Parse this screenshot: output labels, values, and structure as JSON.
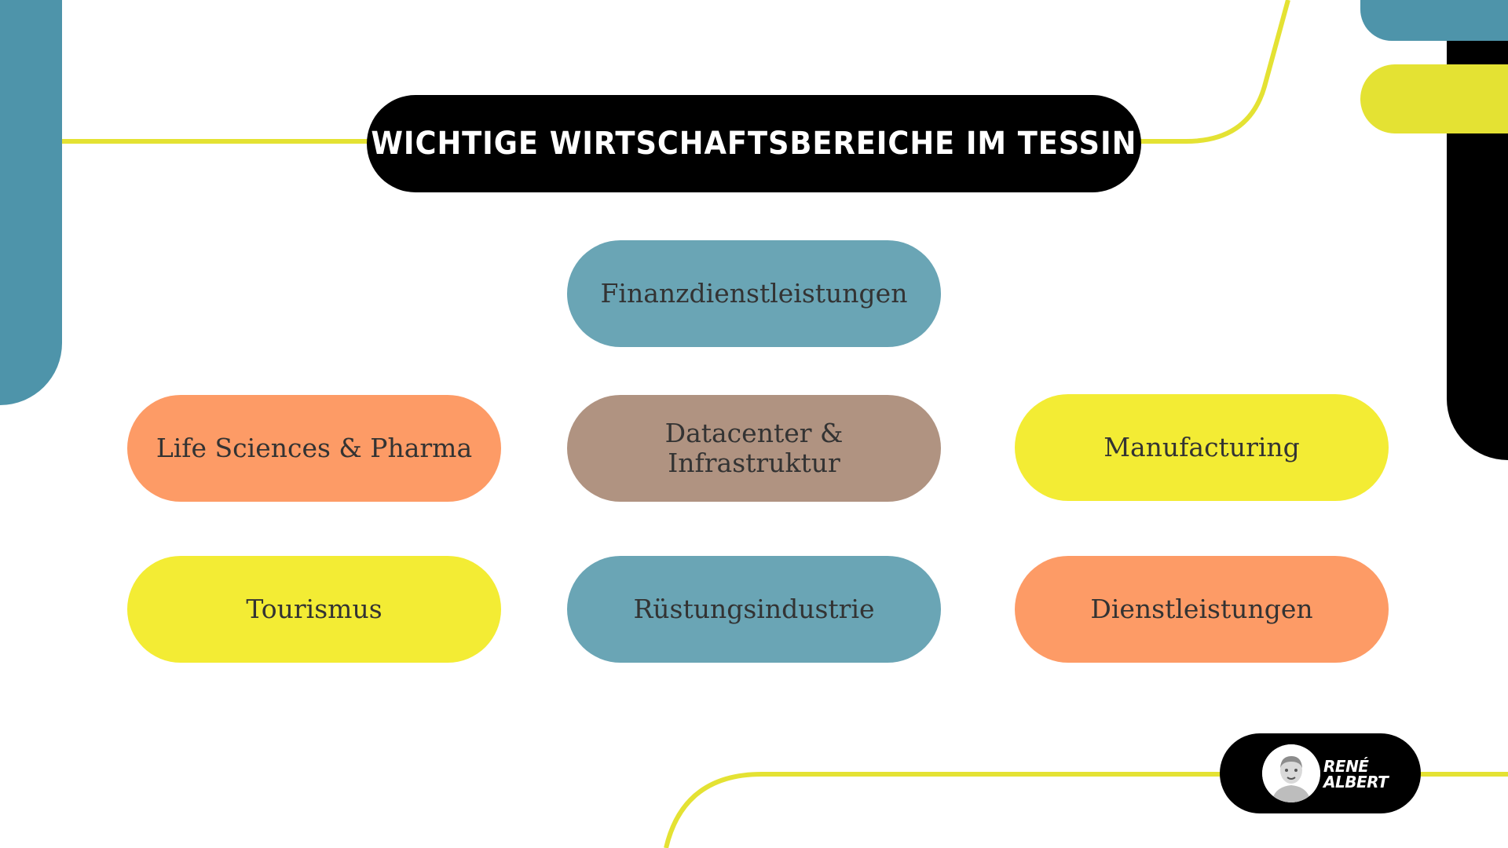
{
  "title": "WICHTIGE WIRTSCHAFTSBEREICHE IM TESSIN",
  "categories": [
    {
      "label": "Finanzdienstleistungen",
      "color": "#6aa5b5"
    },
    {
      "label": "Life Sciences & Pharma",
      "color": "#fd9b66"
    },
    {
      "label": "Datacenter & Infrastruktur",
      "color": "#b09381"
    },
    {
      "label": "Manufacturing",
      "color": "#f3ec34"
    },
    {
      "label": "Tourismus",
      "color": "#f3ec34"
    },
    {
      "label": "Rüstungsindustrie",
      "color": "#6aa5b5"
    },
    {
      "label": "Dienstleistungen",
      "color": "#fd9b66"
    }
  ],
  "branding": {
    "name_line1": "RENÉ",
    "name_line2": "ALBERT",
    "avatar_icon": "portrait-photo-icon"
  },
  "colors": {
    "teal": "#4e94aa",
    "yellow": "#e4e233",
    "black": "#000000"
  }
}
